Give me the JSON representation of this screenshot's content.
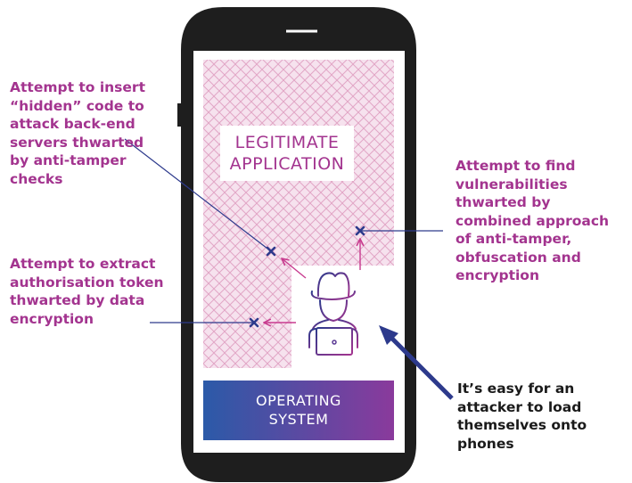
{
  "phone": {
    "app_label_line1": "LEGITIMATE",
    "app_label_line2": "APPLICATION",
    "os_label_line1": "OPERATING",
    "os_label_line2": "SYSTEM"
  },
  "annotations": {
    "insert_code": [
      "Attempt to insert",
      "“hidden” code to",
      "attack back-end",
      "servers thwarted",
      "by anti-tamper",
      "checks"
    ],
    "extract_token": [
      "Attempt to extract",
      "authorisation token",
      "thwarted by data",
      "encryption"
    ],
    "find_vulnerabilities": [
      "Attempt to find",
      "vulnerabilities",
      "thwarted by",
      "combined approach",
      "of anti-tamper,",
      "obfuscation and",
      "encryption"
    ],
    "attacker_load": [
      "It’s easy for an",
      "attacker to load",
      "themselves onto",
      "phones"
    ]
  },
  "colors": {
    "accent_magenta": "#a3348f",
    "hatch": "#e4a9c8",
    "phone_body": "#1e1e1e",
    "marker_blue": "#2d3a8c",
    "os_gradient": [
      "#2b5aa8",
      "#8a3a9c"
    ]
  },
  "icons": [
    "hacker-icon",
    "laptop-icon",
    "x-marker-icon",
    "arrow-icon"
  ]
}
